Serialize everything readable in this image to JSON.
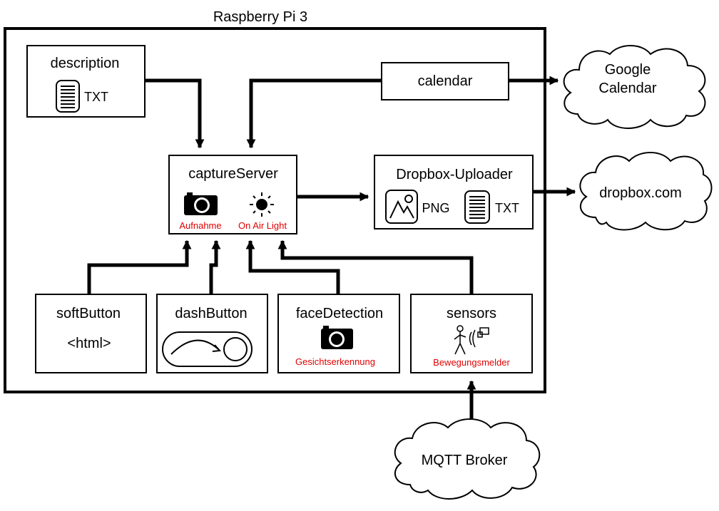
{
  "title": "Raspberry Pi 3",
  "nodes": {
    "description": {
      "label": "description",
      "file_label": "TXT"
    },
    "calendar": {
      "label": "calendar"
    },
    "capture_server": {
      "label": "captureServer",
      "camera_caption": "Aufnahme",
      "light_caption": "On Air Light"
    },
    "dropbox_uploader": {
      "label": "Dropbox-Uploader",
      "png_label": "PNG",
      "txt_label": "TXT"
    },
    "soft_button": {
      "label": "softButton",
      "content": "<html>"
    },
    "dash_button": {
      "label": "dashButton"
    },
    "face_detection": {
      "label": "faceDetection",
      "caption": "Gesichtserkennung"
    },
    "sensors": {
      "label": "sensors",
      "caption": "Bewegungsmelder"
    }
  },
  "clouds": {
    "google_calendar": {
      "line1": "Google",
      "line2": "Calendar"
    },
    "dropbox": {
      "label": "dropbox.com"
    },
    "mqtt": {
      "label": "MQTT Broker"
    }
  },
  "colors": {
    "caption_red": "#e00000",
    "line": "#000000"
  }
}
